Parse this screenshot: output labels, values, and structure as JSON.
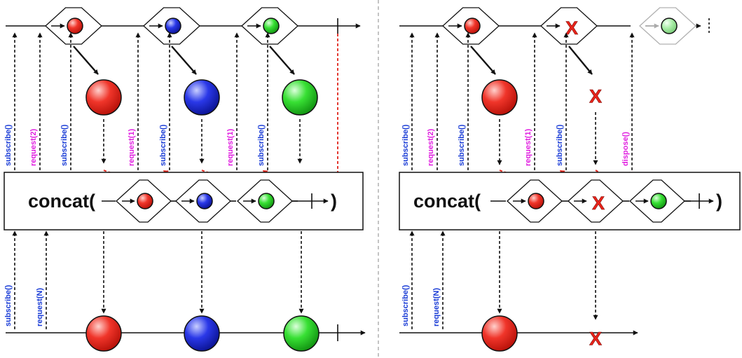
{
  "colors": {
    "line": "#111111",
    "blue_label": "#1a3cd6",
    "magenta_label": "#e01ee0",
    "red_dash": "#e0241b",
    "divider": "#b0b0b0",
    "x_mark": "#e8231a",
    "red_ball": "#e8281e",
    "blue_ball": "#2430d8",
    "green_ball": "#2ed42a",
    "faded_hex": "#b0b0b0"
  },
  "left_panel": {
    "operator_text": "concat(",
    "close_text": ")",
    "label_subscribe": "subscribe()",
    "label_request_2": "request(2)",
    "label_request_1": "request(1)",
    "label_request_n": "request(N)",
    "inner_balls": [
      "red",
      "blue",
      "green"
    ],
    "output_balls": [
      "red",
      "blue",
      "green"
    ]
  },
  "right_panel": {
    "operator_text": "concat(",
    "close_text": ")",
    "label_subscribe": "subscribe()",
    "label_request_2": "request(2)",
    "label_request_1": "request(1)",
    "label_request_n": "request(N)",
    "label_dispose": "dispose()",
    "error_mark": "X",
    "inner_items": [
      "red",
      "error",
      "green"
    ],
    "output_items": [
      "red",
      "error"
    ]
  }
}
